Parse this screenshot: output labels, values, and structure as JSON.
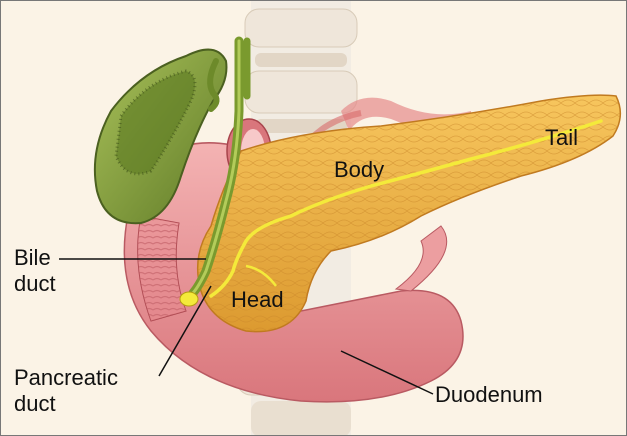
{
  "labels": {
    "tail": "Tail",
    "body": "Body",
    "head": "Head",
    "bile_duct": "Bile\nduct",
    "pancreatic_duct": "Pancreatic\nduct",
    "duodenum": "Duodenum"
  },
  "colors": {
    "background": "#fbf3e6",
    "pancreas": "#f0b54a",
    "pancreas_shade": "#d98f2a",
    "duodenum": "#ec9ea0",
    "duodenum_shade": "#d97a80",
    "gallbladder": "#8aa640",
    "gallbladder_dark": "#5a7225",
    "duct": "#f4ea3a",
    "spine": "#efe7dc",
    "leader_line": "#111111"
  }
}
